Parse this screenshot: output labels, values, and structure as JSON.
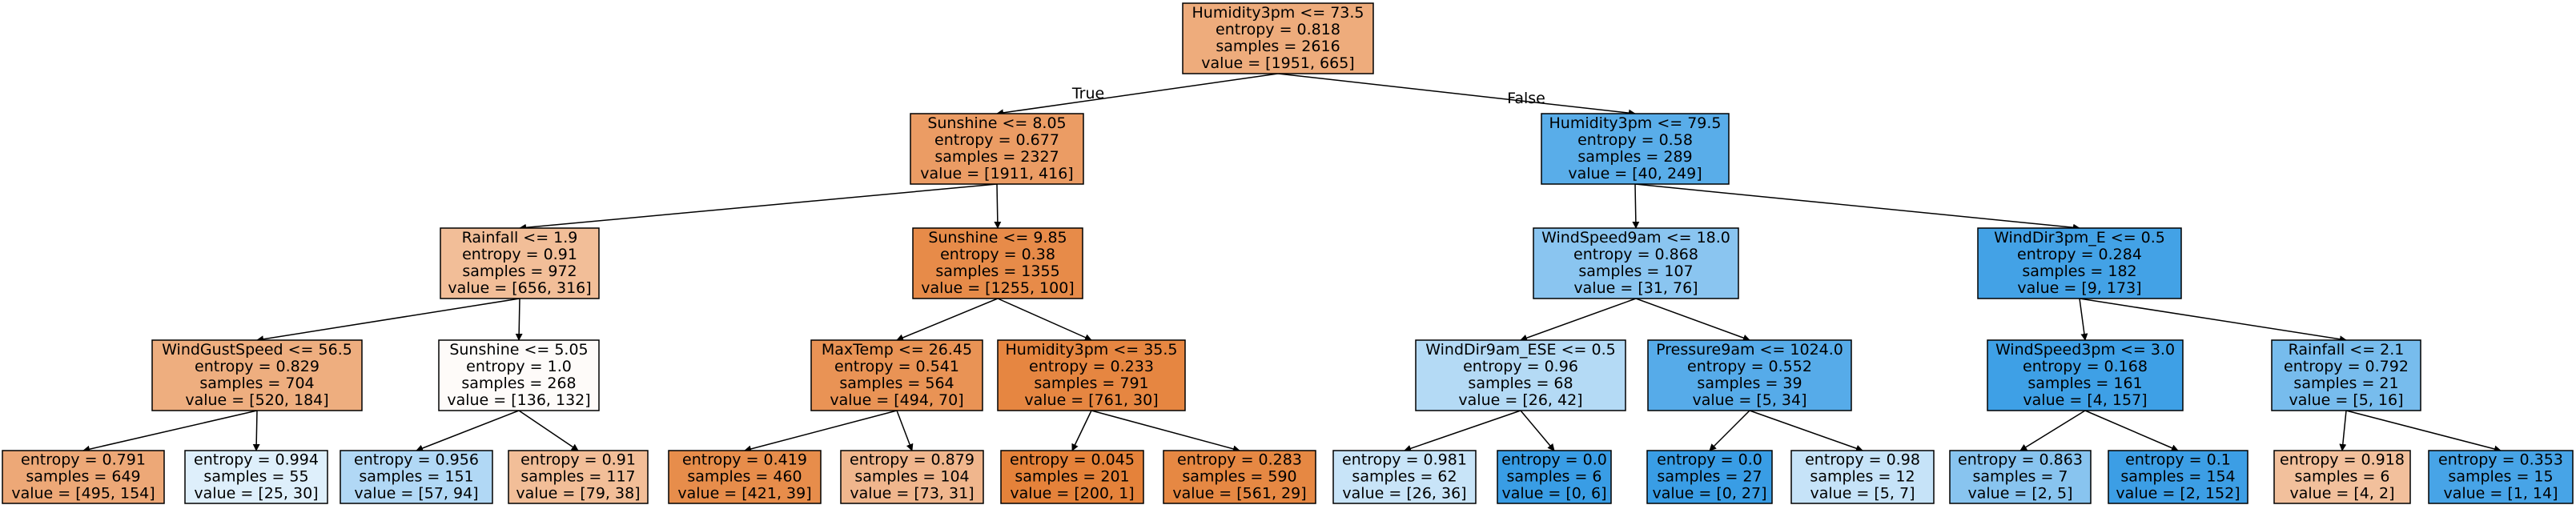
{
  "tree": {
    "nodes": [
      {
        "id": "n0",
        "lines": [
          "Humidity3pm <= 73.5",
          "entropy = 0.818",
          "samples = 2616",
          "value = [1951, 665]"
        ],
        "fill": "#eeac7c"
      },
      {
        "id": "n1",
        "lines": [
          "Sunshine <= 8.05",
          "entropy = 0.677",
          "samples = 2327",
          "value = [1911, 416]"
        ],
        "fill": "#eb9c64"
      },
      {
        "id": "n2",
        "lines": [
          "Humidity3pm <= 79.5",
          "entropy = 0.58",
          "samples = 289",
          "value = [40, 249]"
        ],
        "fill": "#59ade9"
      },
      {
        "id": "n3",
        "lines": [
          "Rainfall <= 1.9",
          "entropy = 0.91",
          "samples = 972",
          "value = [656, 316]"
        ],
        "fill": "#f2be98"
      },
      {
        "id": "n4",
        "lines": [
          "Sunshine <= 9.85",
          "entropy = 0.38",
          "samples = 1355",
          "value = [1255, 100]"
        ],
        "fill": "#e78b49"
      },
      {
        "id": "n5",
        "lines": [
          "WindSpeed9am <= 18.0",
          "entropy = 0.868",
          "samples = 107",
          "value = [31, 76]"
        ],
        "fill": "#8ac5f0"
      },
      {
        "id": "n6",
        "lines": [
          "WindDir3pm_E <= 0.5",
          "entropy = 0.284",
          "samples = 182",
          "value = [9, 173]"
        ],
        "fill": "#43a2e6"
      },
      {
        "id": "n7",
        "lines": [
          "WindGustSpeed <= 56.5",
          "entropy = 0.829",
          "samples = 704",
          "value = [520, 184]"
        ],
        "fill": "#eeae7f"
      },
      {
        "id": "n8",
        "lines": [
          "Sunshine <= 5.05",
          "entropy = 1.0",
          "samples = 268",
          "value = [136, 132]"
        ],
        "fill": "#fefbf9"
      },
      {
        "id": "n9",
        "lines": [
          "MaxTemp <= 26.45",
          "entropy = 0.541",
          "samples = 564",
          "value = [494, 70]"
        ],
        "fill": "#e99355"
      },
      {
        "id": "n10",
        "lines": [
          "Humidity3pm <= 35.5",
          "entropy = 0.233",
          "samples = 791",
          "value = [761, 30]"
        ],
        "fill": "#e68641"
      },
      {
        "id": "n11",
        "lines": [
          "WindDir9am_ESE <= 0.5",
          "entropy = 0.96",
          "samples = 68",
          "value = [26, 42]"
        ],
        "fill": "#b4daf5"
      },
      {
        "id": "n12",
        "lines": [
          "Pressure9am <= 1024.0",
          "entropy = 0.552",
          "samples = 39",
          "value = [5, 34]"
        ],
        "fill": "#56abe9"
      },
      {
        "id": "n13",
        "lines": [
          "WindSpeed3pm <= 3.0",
          "entropy = 0.168",
          "samples = 161",
          "value = [4, 157]"
        ],
        "fill": "#3ea0e6"
      },
      {
        "id": "n14",
        "lines": [
          "Rainfall <= 2.1",
          "entropy = 0.792",
          "samples = 21",
          "value = [5, 16]"
        ],
        "fill": "#77bced"
      },
      {
        "id": "n15",
        "lines": [
          "entropy = 0.791",
          "samples = 649",
          "value = [495, 154]"
        ],
        "fill": "#eda877"
      },
      {
        "id": "n16",
        "lines": [
          "entropy = 0.994",
          "samples = 55",
          "value = [25, 30]"
        ],
        "fill": "#deeffb"
      },
      {
        "id": "n17",
        "lines": [
          "entropy = 0.956",
          "samples = 151",
          "value = [57, 94]"
        ],
        "fill": "#b1d8f5"
      },
      {
        "id": "n18",
        "lines": [
          "entropy = 0.91",
          "samples = 117",
          "value = [79, 38]"
        ],
        "fill": "#f2be98"
      },
      {
        "id": "n19",
        "lines": [
          "entropy = 0.419",
          "samples = 460",
          "value = [421, 39]"
        ],
        "fill": "#e78d4b"
      },
      {
        "id": "n20",
        "lines": [
          "entropy = 0.879",
          "samples = 104",
          "value = [73, 31]"
        ],
        "fill": "#f0b68d"
      },
      {
        "id": "n21",
        "lines": [
          "entropy = 0.045",
          "samples = 201",
          "value = [200, 1]"
        ],
        "fill": "#e5823a"
      },
      {
        "id": "n22",
        "lines": [
          "entropy = 0.283",
          "samples = 590",
          "value = [561, 29]"
        ],
        "fill": "#e68843"
      },
      {
        "id": "n23",
        "lines": [
          "entropy = 0.981",
          "samples = 62",
          "value = [26, 36]"
        ],
        "fill": "#c8e4f8"
      },
      {
        "id": "n24",
        "lines": [
          "entropy = 0.0",
          "samples = 6",
          "value = [0, 6]"
        ],
        "fill": "#399de5"
      },
      {
        "id": "n25",
        "lines": [
          "entropy = 0.0",
          "samples = 27",
          "value = [0, 27]"
        ],
        "fill": "#399de5"
      },
      {
        "id": "n26",
        "lines": [
          "entropy = 0.98",
          "samples = 12",
          "value = [5, 7]"
        ],
        "fill": "#c6e3f8"
      },
      {
        "id": "n27",
        "lines": [
          "entropy = 0.863",
          "samples = 7",
          "value = [2, 5]"
        ],
        "fill": "#88c4ef"
      },
      {
        "id": "n28",
        "lines": [
          "entropy = 0.1",
          "samples = 154",
          "value = [2, 152]"
        ],
        "fill": "#3c9ee5"
      },
      {
        "id": "n29",
        "lines": [
          "entropy = 0.918",
          "samples = 6",
          "value = [4, 2]"
        ],
        "fill": "#f2c09c"
      },
      {
        "id": "n30",
        "lines": [
          "entropy = 0.353",
          "samples = 15",
          "value = [1, 14]"
        ],
        "fill": "#47a4e7"
      }
    ],
    "edges": [
      [
        "n0",
        "n1"
      ],
      [
        "n0",
        "n2"
      ],
      [
        "n1",
        "n3"
      ],
      [
        "n1",
        "n4"
      ],
      [
        "n2",
        "n5"
      ],
      [
        "n2",
        "n6"
      ],
      [
        "n3",
        "n7"
      ],
      [
        "n3",
        "n8"
      ],
      [
        "n4",
        "n9"
      ],
      [
        "n4",
        "n10"
      ],
      [
        "n5",
        "n11"
      ],
      [
        "n5",
        "n12"
      ],
      [
        "n6",
        "n13"
      ],
      [
        "n6",
        "n14"
      ],
      [
        "n7",
        "n15"
      ],
      [
        "n7",
        "n16"
      ],
      [
        "n8",
        "n17"
      ],
      [
        "n8",
        "n18"
      ],
      [
        "n9",
        "n19"
      ],
      [
        "n9",
        "n20"
      ],
      [
        "n10",
        "n21"
      ],
      [
        "n10",
        "n22"
      ],
      [
        "n11",
        "n23"
      ],
      [
        "n11",
        "n24"
      ],
      [
        "n12",
        "n25"
      ],
      [
        "n12",
        "n26"
      ],
      [
        "n13",
        "n27"
      ],
      [
        "n13",
        "n28"
      ],
      [
        "n14",
        "n29"
      ],
      [
        "n14",
        "n30"
      ]
    ],
    "edge_labels": {
      "true_label": "True",
      "false_label": "False"
    }
  }
}
